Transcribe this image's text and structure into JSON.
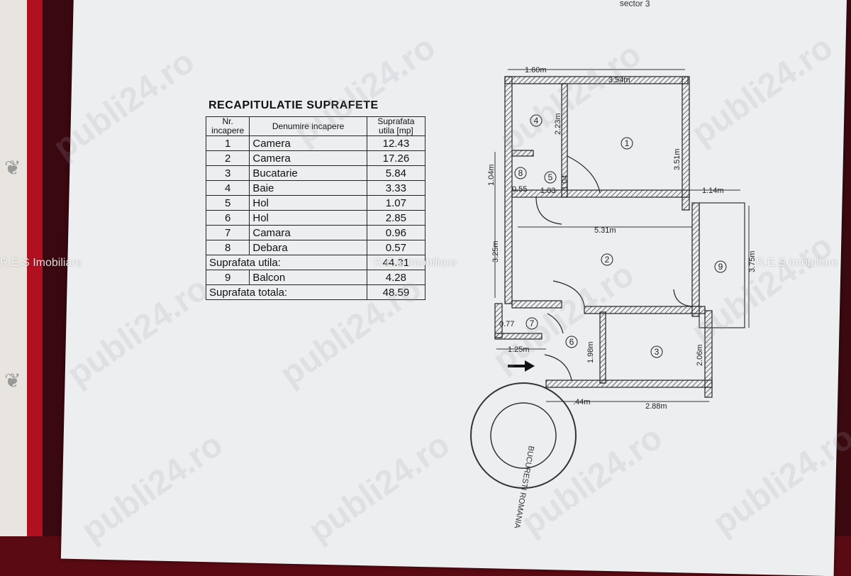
{
  "document": {
    "top_partial_text": "sector 3",
    "table": {
      "title": "RECAPITULATIE SUPRAFETE",
      "headers": {
        "nr": "Nr. incapere",
        "name": "Denumire incapere",
        "area": "Suprafata utila [mp]"
      },
      "rows": [
        {
          "nr": "1",
          "name": "Camera",
          "area": "12.43"
        },
        {
          "nr": "2",
          "name": "Camera",
          "area": "17.26"
        },
        {
          "nr": "3",
          "name": "Bucatarie",
          "area": "5.84"
        },
        {
          "nr": "4",
          "name": "Baie",
          "area": "3.33"
        },
        {
          "nr": "5",
          "name": "Hol",
          "area": "1.07"
        },
        {
          "nr": "6",
          "name": "Hol",
          "area": "2.85"
        },
        {
          "nr": "7",
          "name": "Camara",
          "area": "0.96"
        },
        {
          "nr": "8",
          "name": "Debara",
          "area": "0.57"
        }
      ],
      "useful_label": "Suprafata utila:",
      "useful_value": "44.31",
      "balcony": {
        "nr": "9",
        "name": "Balcon",
        "area": "4.28"
      },
      "total_label": "Suprafata totala:",
      "total_value": "48.59"
    },
    "plan": {
      "dimensions": {
        "d1": "1.60m",
        "d2": "3.54m",
        "d3": "2.23m",
        "d4": "3.51m",
        "d5": "1.04m",
        "d6": "1.04",
        "d7": "0.55",
        "d8": "1.03",
        "d9": "1.14m",
        "d10": "5.31m",
        "d11": "3.25m",
        "d12": "3.75m",
        "d13": "0.77",
        "d14": "1.25m",
        "d15": "1.98m",
        "d16": "2.06m",
        "d17": ".44m",
        "d18": "2.88m"
      },
      "rooms": [
        "1",
        "2",
        "3",
        "4",
        "5",
        "6",
        "7",
        "8",
        "9"
      ]
    },
    "stamp_text": "BUCURESTI ROMANIA"
  },
  "watermarks": {
    "res_left": "R.E.S Imobiliare",
    "res_center": "R.E.S Imobiliare",
    "res_right": "R.E.S Imobiliare",
    "site": "publi24.ro"
  }
}
